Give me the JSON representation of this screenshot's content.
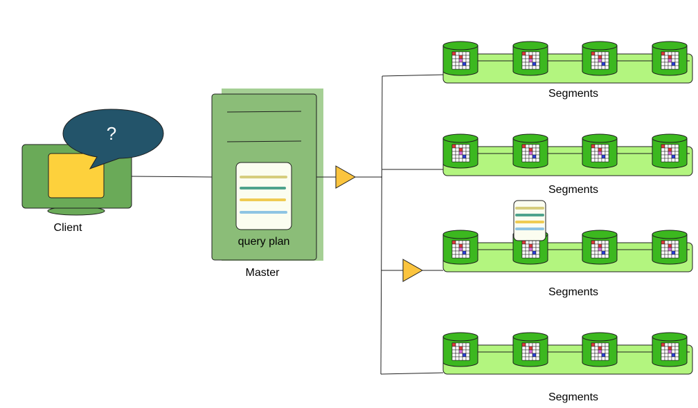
{
  "client": {
    "label": "Client",
    "speech_text": "?",
    "icon": "monitor-icon",
    "speech_icon": "speech-bubble-icon"
  },
  "master": {
    "label": "Master",
    "plan_label": "query plan",
    "icon": "document-icon"
  },
  "segments": {
    "label": "Segments",
    "rows": [
      {
        "label": "Segments",
        "disk_count": 4
      },
      {
        "label": "Segments",
        "disk_count": 4
      },
      {
        "label": "Segments",
        "disk_count": 4
      },
      {
        "label": "Segments",
        "disk_count": 4
      }
    ]
  },
  "colors": {
    "client_monitor": "#6aaa58",
    "client_screen": "#fdd13c",
    "speech_bubble": "#23546a",
    "master_fill": "#8bbd78",
    "master_shadow": "#a5cf94",
    "segment_band": "#b3f57f",
    "disk_green": "#3cb81f",
    "router_yellow": "#fbc43e",
    "plan_lines": [
      "#d6cd7d",
      "#4ea38c",
      "#efcb52",
      "#8ec4e3"
    ]
  }
}
